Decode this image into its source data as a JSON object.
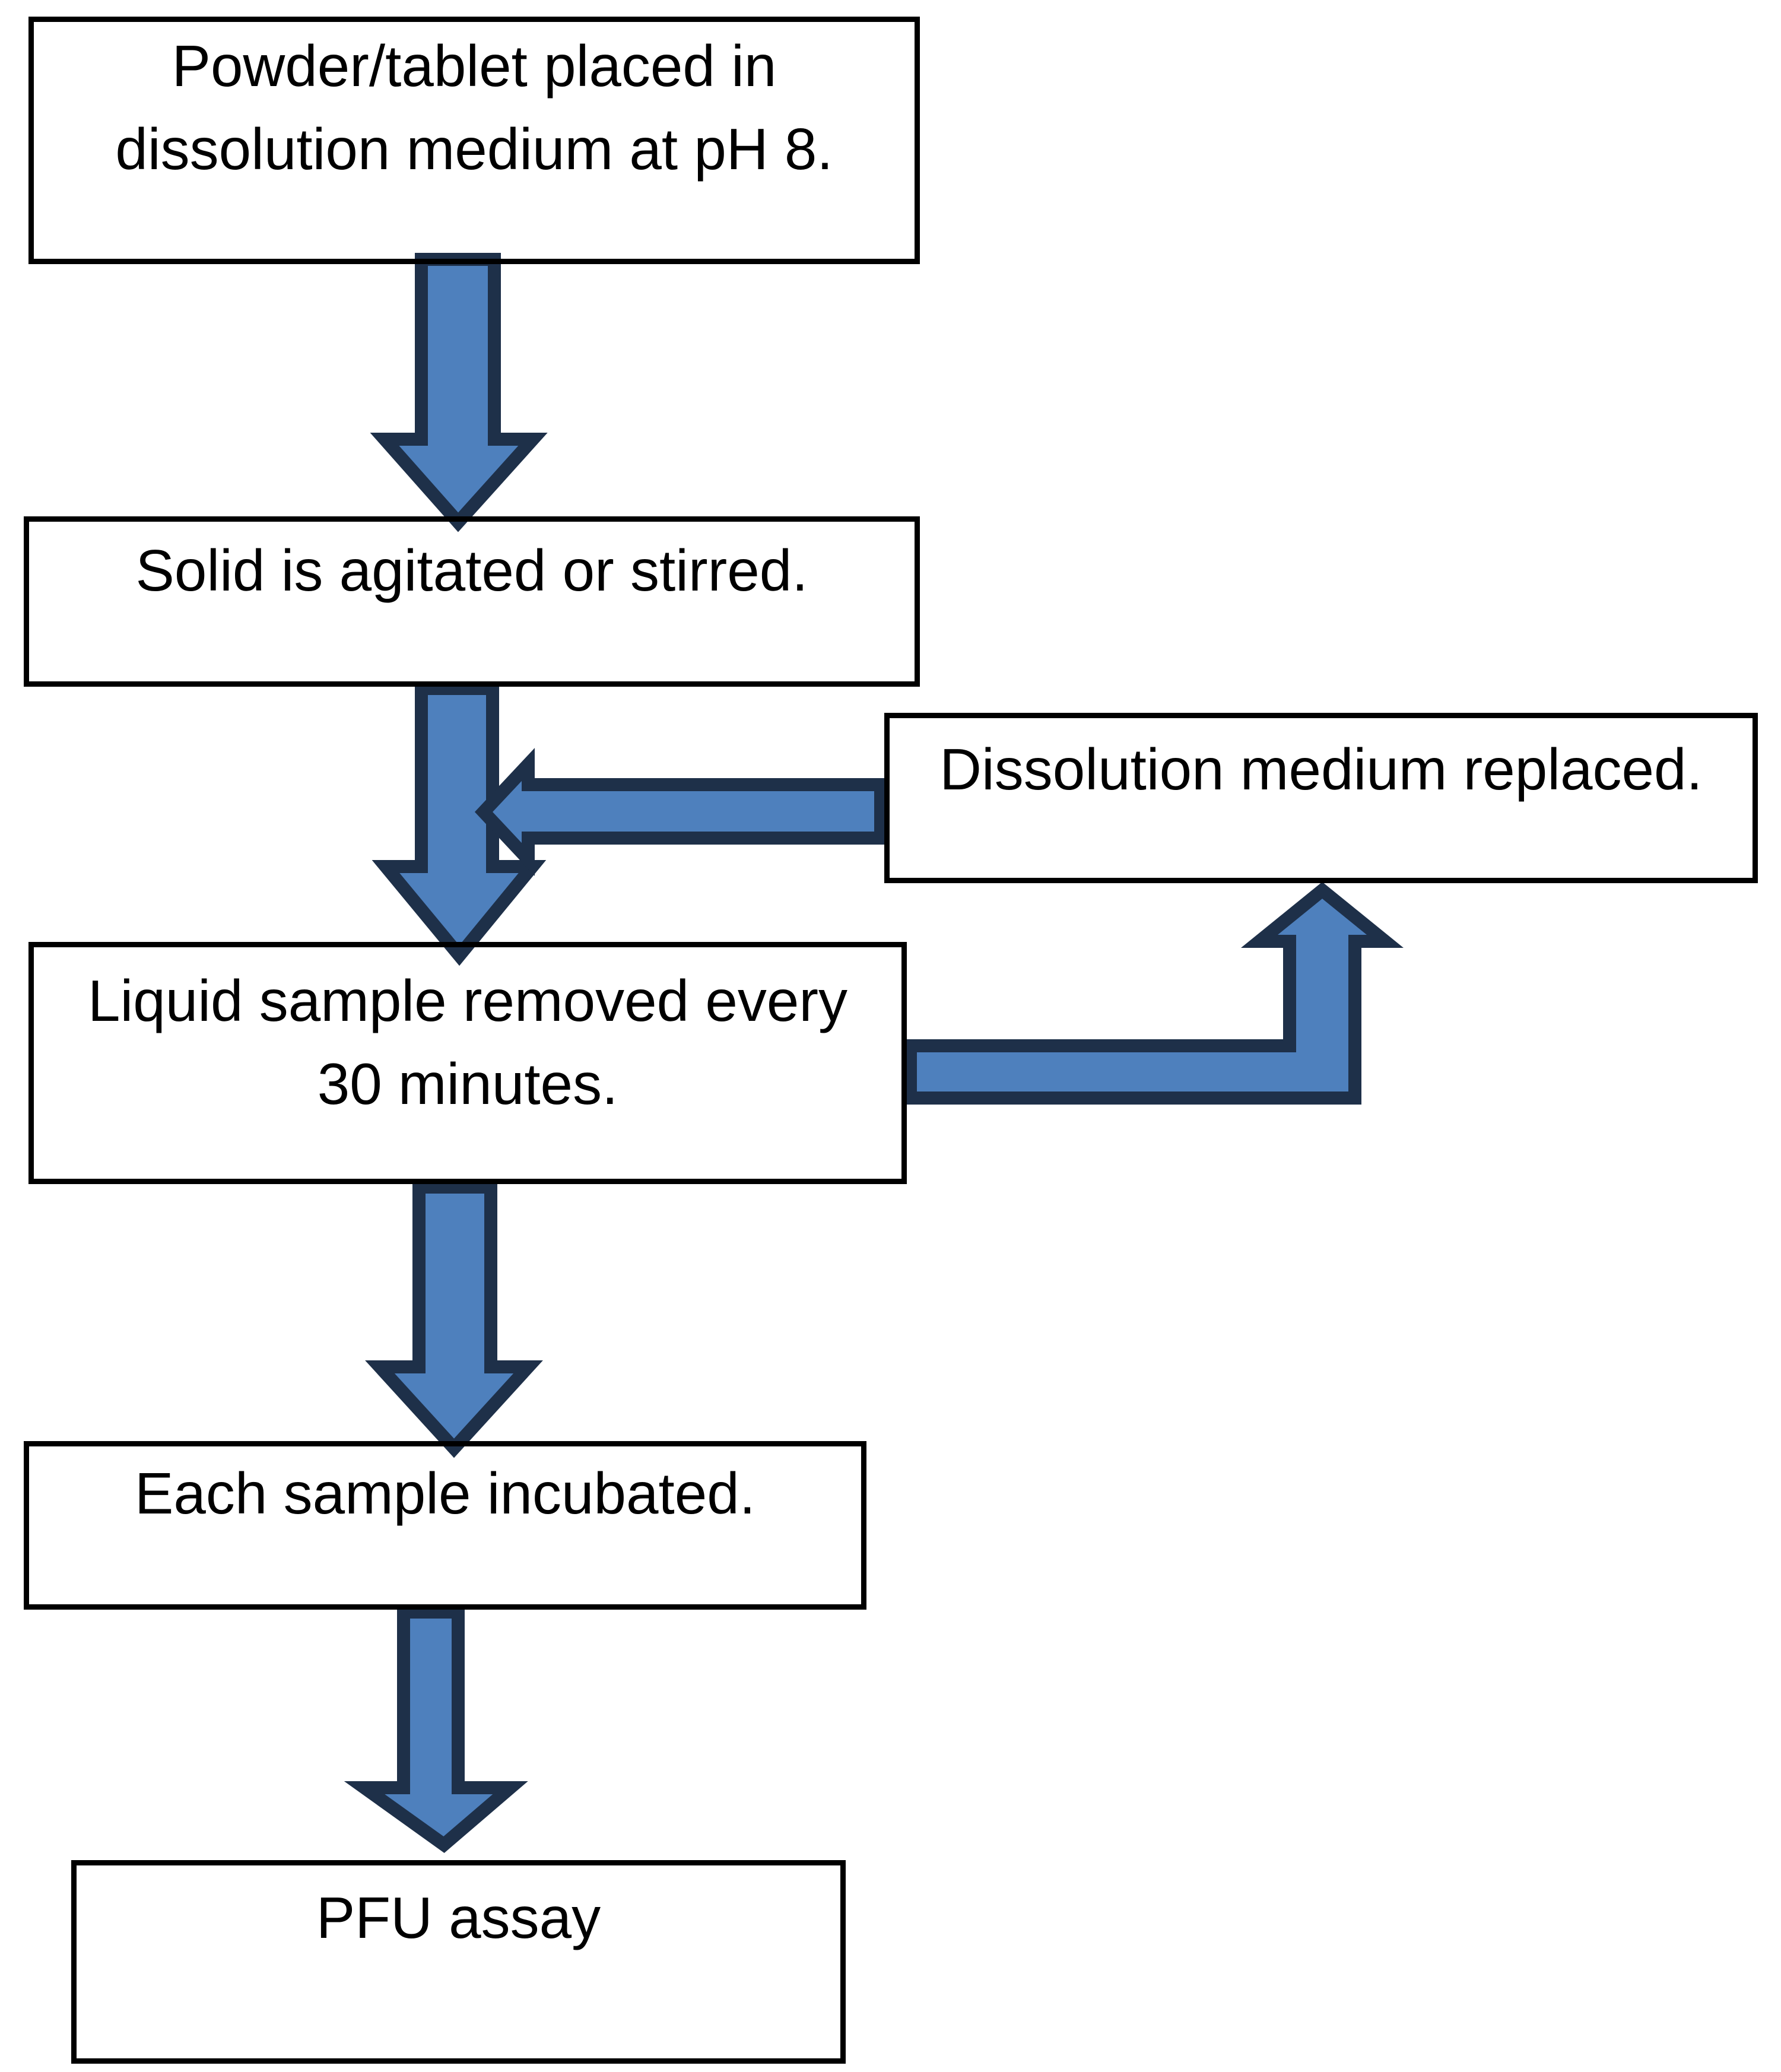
{
  "flow": {
    "nodes": [
      {
        "id": "powder",
        "lines": [
          "Powder/tablet placed in",
          "dissolution medium at pH 8."
        ]
      },
      {
        "id": "agitated",
        "lines": [
          "Solid is agitated or stirred."
        ]
      },
      {
        "id": "replaced",
        "lines": [
          "Dissolution medium replaced."
        ]
      },
      {
        "id": "liquid",
        "lines": [
          "Liquid sample removed every",
          "30 minutes."
        ]
      },
      {
        "id": "incubated",
        "lines": [
          "Each sample incubated."
        ]
      },
      {
        "id": "pfu",
        "lines": [
          "PFU assay"
        ]
      }
    ],
    "arrows": [
      {
        "from": "powder",
        "to": "agitated",
        "direction": "down"
      },
      {
        "from": "agitated",
        "to": "liquid",
        "direction": "down"
      },
      {
        "from": "replaced",
        "to": "flow-line",
        "direction": "left"
      },
      {
        "from": "liquid",
        "to": "replaced",
        "direction": "right-then-up"
      },
      {
        "from": "liquid",
        "to": "incubated",
        "direction": "down"
      },
      {
        "from": "incubated",
        "to": "pfu",
        "direction": "down"
      }
    ],
    "colors": {
      "arrow_fill": "#4e80bd",
      "arrow_border": "#1e3049",
      "box_border": "#000000",
      "background": "#ffffff",
      "text": "#000000"
    }
  }
}
